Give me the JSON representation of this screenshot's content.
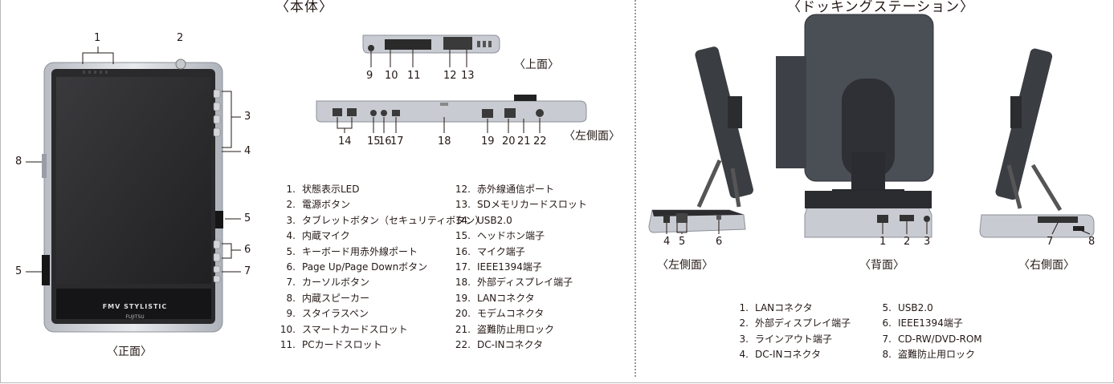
{
  "titles": {
    "main": "〈本体〉",
    "dock": "〈ドッキングステーション〉"
  },
  "captions": {
    "front": "〈正面〉",
    "top": "〈上面〉",
    "left_side": "〈左側面〉",
    "dock_left": "〈左側面〉",
    "dock_back": "〈背面〉",
    "dock_right": "〈右側面〉"
  },
  "brand": {
    "model": "FMV STYLISTIC",
    "maker": "FUJITSU"
  },
  "front_callouts": [
    "1",
    "2",
    "3",
    "4",
    "5",
    "6",
    "7",
    "8",
    "5"
  ],
  "top_callouts": [
    "9",
    "10",
    "11",
    "12",
    "13"
  ],
  "side_callouts": [
    "14",
    "15",
    "16",
    "17",
    "18",
    "19",
    "20",
    "21",
    "22"
  ],
  "dock_callouts": [
    "4",
    "5",
    "6",
    "1",
    "2",
    "3",
    "7",
    "8"
  ],
  "main_legend_left": [
    {
      "n": "1.",
      "t": "状態表示LED"
    },
    {
      "n": "2.",
      "t": "電源ボタン"
    },
    {
      "n": "3.",
      "t": "タブレットボタン（セキュリティボタン）"
    },
    {
      "n": "4.",
      "t": "内蔵マイク"
    },
    {
      "n": "5.",
      "t": "キーボード用赤外線ポート"
    },
    {
      "n": "6.",
      "t": "Page Up/Page Downボタン"
    },
    {
      "n": "7.",
      "t": "カーソルボタン"
    },
    {
      "n": "8.",
      "t": "内蔵スピーカー"
    },
    {
      "n": "9.",
      "t": "スタイラスペン"
    },
    {
      "n": "10.",
      "t": "スマートカードスロット"
    },
    {
      "n": "11.",
      "t": "PCカードスロット"
    }
  ],
  "main_legend_right": [
    {
      "n": "12.",
      "t": "赤外線通信ポート"
    },
    {
      "n": "13.",
      "t": "SDメモリカードスロット"
    },
    {
      "n": "14.",
      "t": "USB2.0"
    },
    {
      "n": "15.",
      "t": "ヘッドホン端子"
    },
    {
      "n": "16.",
      "t": "マイク端子"
    },
    {
      "n": "17.",
      "t": "IEEE1394端子"
    },
    {
      "n": "18.",
      "t": "外部ディスプレイ端子"
    },
    {
      "n": "19.",
      "t": "LANコネクタ"
    },
    {
      "n": "20.",
      "t": "モデムコネクタ"
    },
    {
      "n": "21.",
      "t": "盗難防止用ロック"
    },
    {
      "n": "22.",
      "t": "DC-INコネクタ"
    }
  ],
  "dock_legend_left": [
    {
      "n": "1.",
      "t": "LANコネクタ"
    },
    {
      "n": "2.",
      "t": "外部ディスプレイ端子"
    },
    {
      "n": "3.",
      "t": "ラインアウト端子"
    },
    {
      "n": "4.",
      "t": "DC-INコネクタ"
    }
  ],
  "dock_legend_right": [
    {
      "n": "5.",
      "t": "USB2.0"
    },
    {
      "n": "6.",
      "t": "IEEE1394端子"
    },
    {
      "n": "7.",
      "t": "CD-RW/DVD-ROM"
    },
    {
      "n": "8.",
      "t": "盗難防止用ロック"
    }
  ]
}
